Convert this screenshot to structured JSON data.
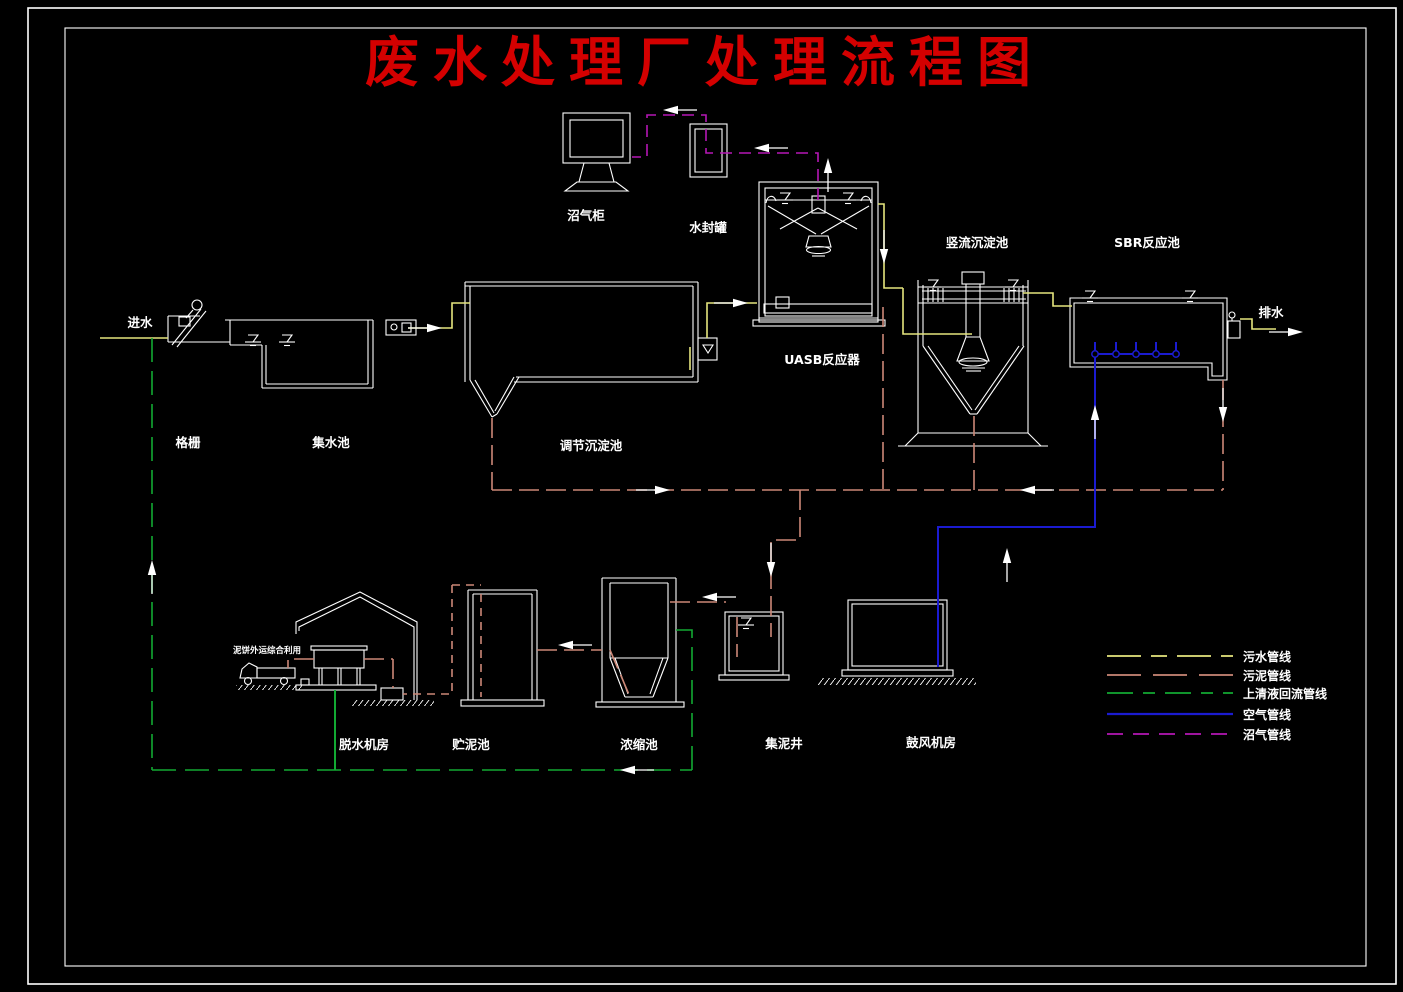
{
  "title": "废水处理厂处理流程图",
  "palette": {
    "bg": "#000000",
    "line_white": "#ffffff",
    "title_red": "#d40000",
    "sewage_yellow": "#e6e67e",
    "sludge_pink": "#cc8877",
    "return_green": "#12a933",
    "air_blue": "#1b1bd0",
    "biogas_magenta": "#b517b5"
  },
  "flow_labels": {
    "inlet": "进水",
    "outlet": "排水"
  },
  "equipment": {
    "biogas_holder": "沼气柜",
    "water_seal_tank": "水封罐",
    "uasb_reactor": "UASB反应器",
    "vertical_flow_sedimentation_tank": "竖流沉淀池",
    "sbr_tank": "SBR反应池",
    "regulating_sedimentation_tank": "调节沉淀池",
    "bar_screen": "格栅",
    "collecting_tank": "集水池",
    "dewatering_room": "脱水机房",
    "sludge_storage_tank": "贮泥池",
    "thickening_tank": "浓缩池",
    "sludge_well": "集泥井",
    "blower_room": "鼓风机房"
  },
  "notes": {
    "sludge_cake": "泥饼外运综合利用"
  },
  "legend": {
    "items": [
      {
        "label": "污水管线",
        "color": "#e6e67e",
        "style": "dashed"
      },
      {
        "label": "污泥管线",
        "color": "#cc8877",
        "style": "dashed"
      },
      {
        "label": "上清液回流管线",
        "color": "#12a933",
        "style": "dashed"
      },
      {
        "label": "空气管线",
        "color": "#1b1bd0",
        "style": "solid"
      },
      {
        "label": "沼气管线",
        "color": "#b517b5",
        "style": "dashed"
      }
    ]
  }
}
